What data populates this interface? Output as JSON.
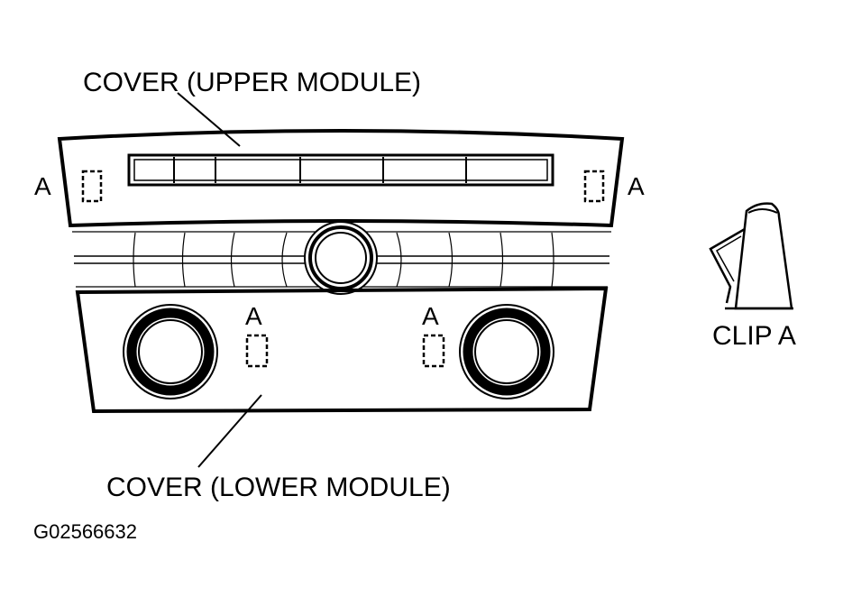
{
  "labels": {
    "upper_cover": "COVER (UPPER MODULE)",
    "lower_cover": "COVER (LOWER MODULE)",
    "clip": "CLIP A",
    "clip_marker": "A",
    "figure_id": "G02566632"
  }
}
